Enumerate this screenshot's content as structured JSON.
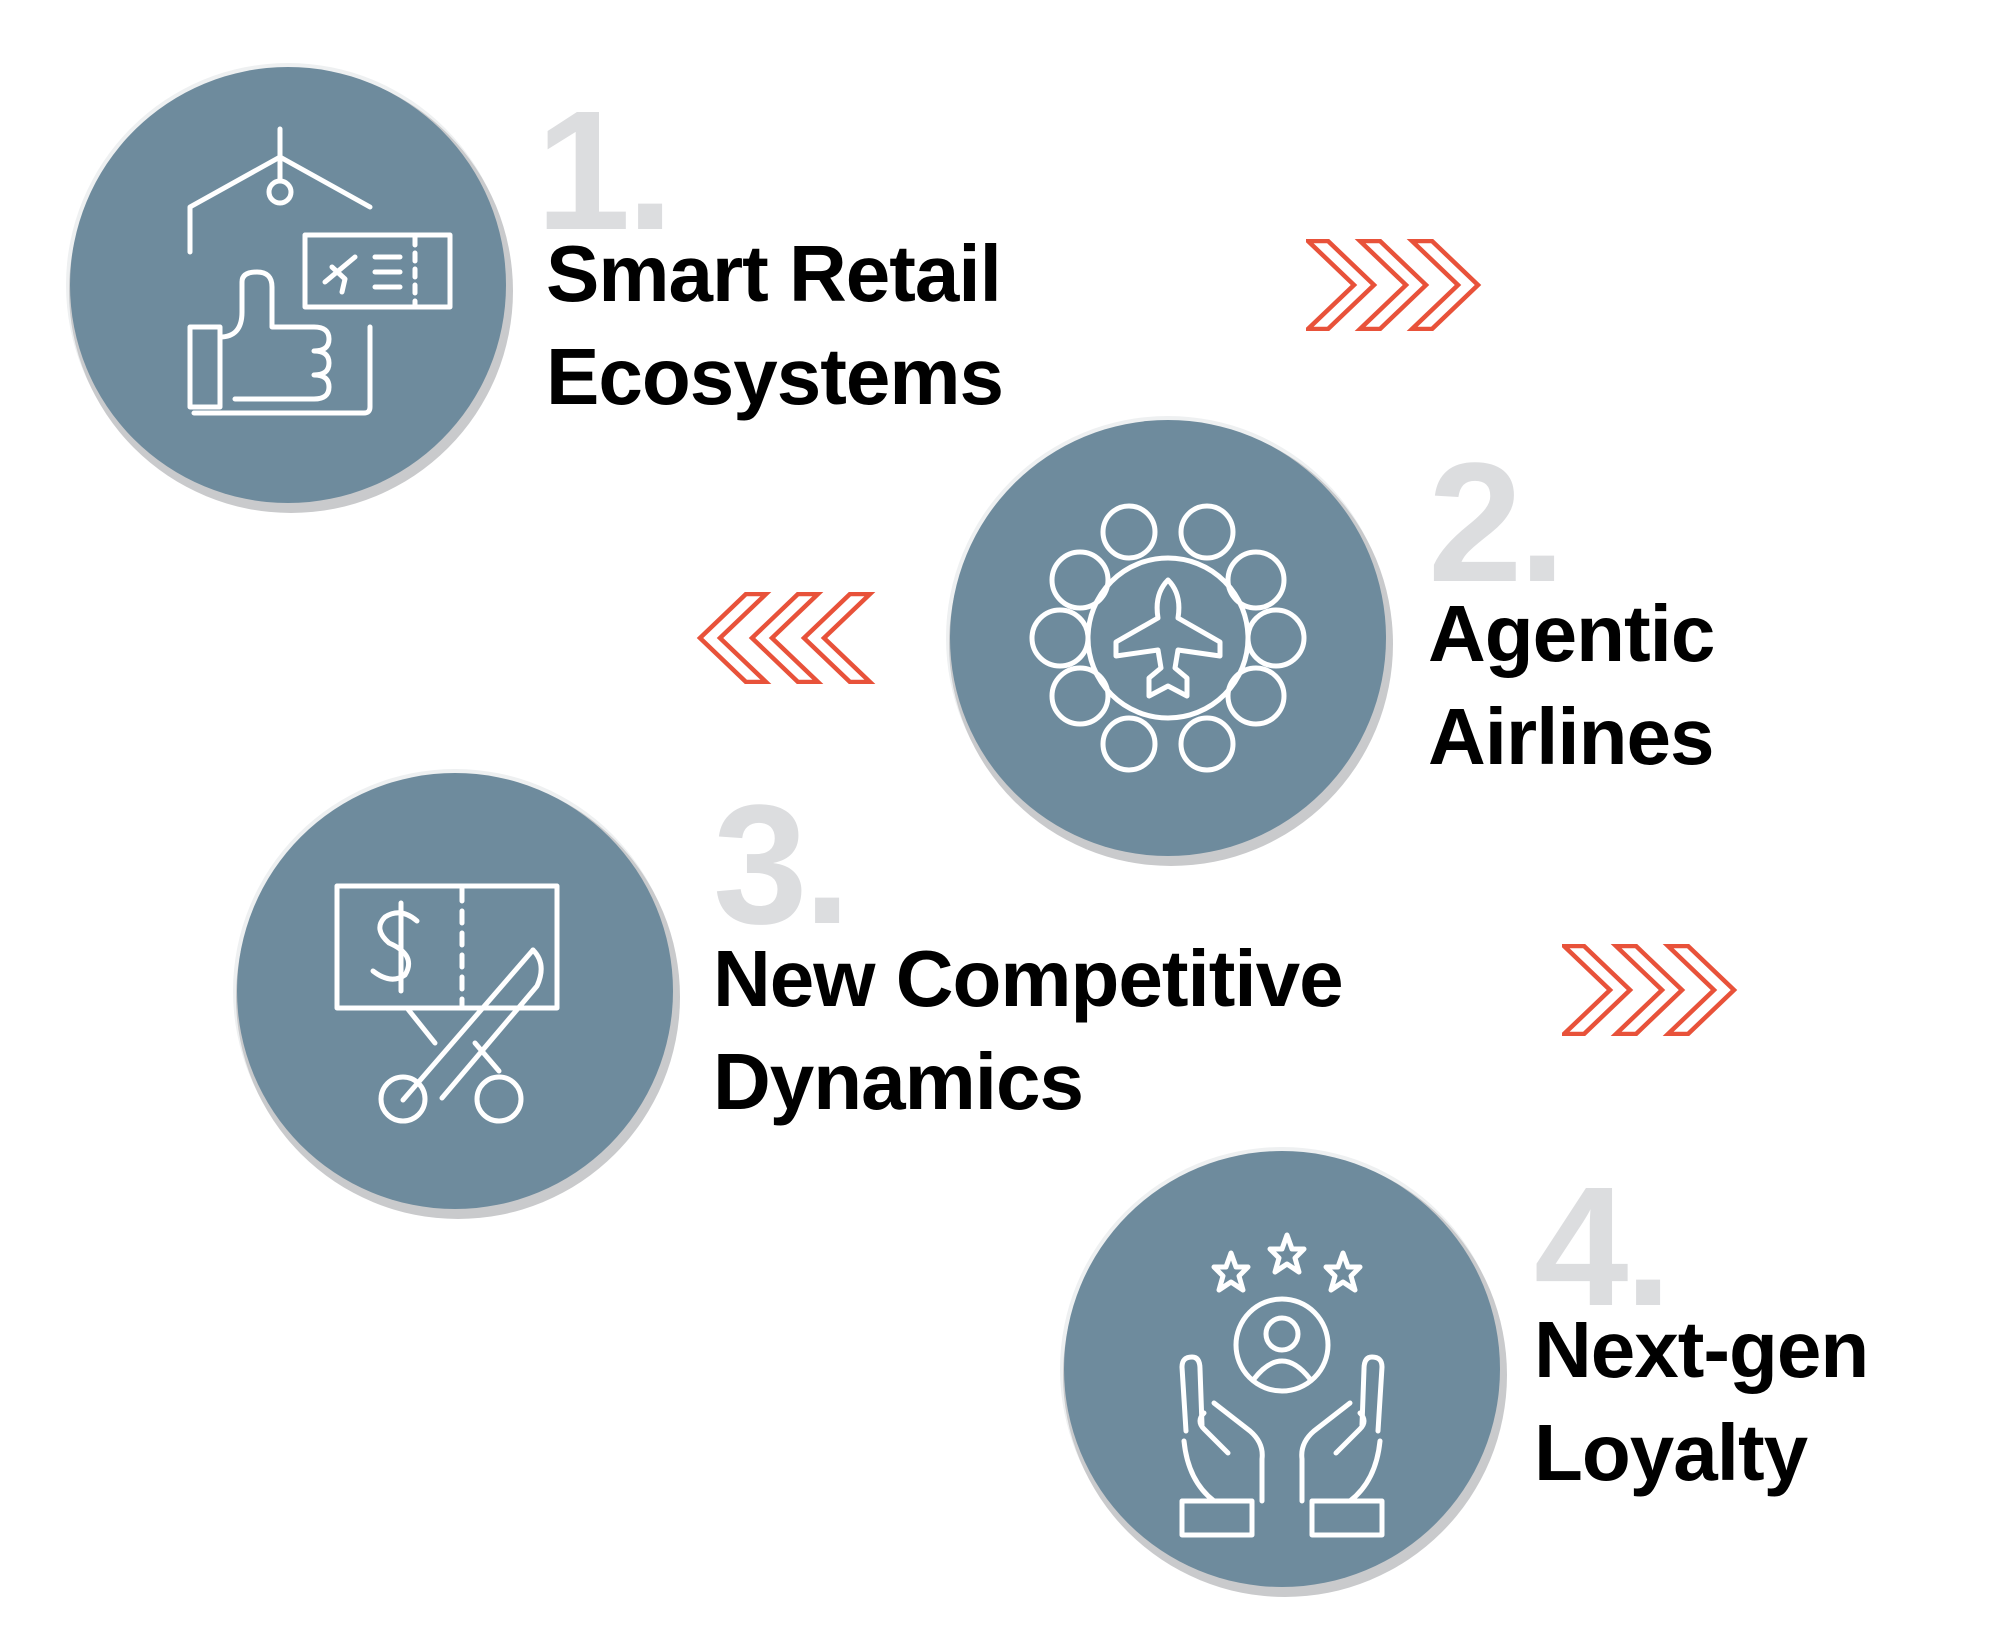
{
  "steps": [
    {
      "number": "1.",
      "line1": "Smart Retail",
      "line2": "Ecosystems",
      "icon": "price-tag-thumbs-up-ticket-icon"
    },
    {
      "number": "2.",
      "line1": "Agentic",
      "line2": "Airlines",
      "icon": "brain-airplane-icon"
    },
    {
      "number": "3.",
      "line1": "New Competitive",
      "line2": "Dynamics",
      "icon": "scissors-cutting-price-ticket-icon"
    },
    {
      "number": "4.",
      "line1": "Next-gen",
      "line2": "Loyalty",
      "icon": "hands-user-stars-icon"
    }
  ],
  "colors": {
    "circle": "#6e8b9d",
    "chevron": "#e8523a",
    "number": "#dcdddf",
    "title": "#000000"
  }
}
